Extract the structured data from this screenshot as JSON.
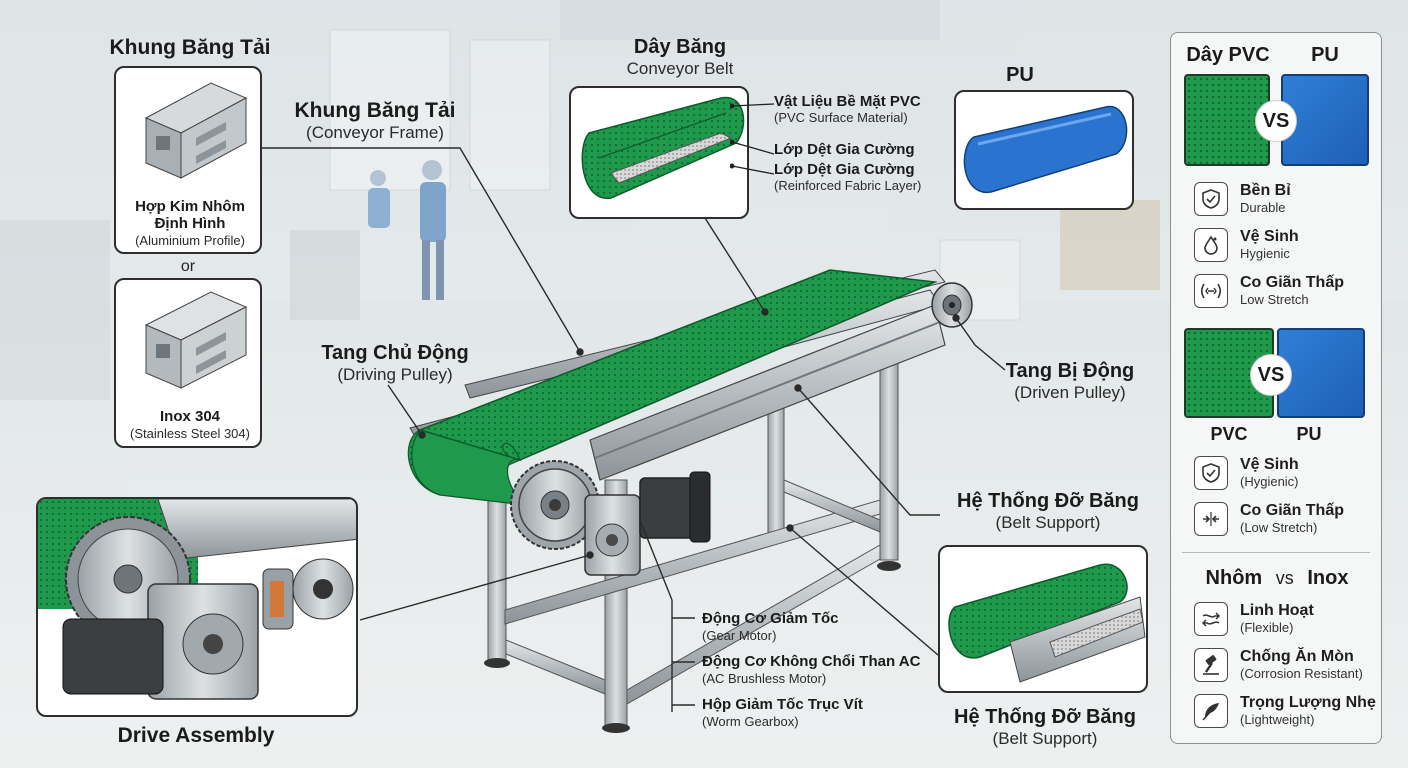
{
  "frame_card": {
    "title": "Khung Băng Tải",
    "aluminium_name": "Hợp Kim Nhôm Định Hình",
    "aluminium_sub": "(Aluminium Profile)",
    "or_text": "or",
    "inox_name": "Inox 304",
    "inox_sub": "(Stainless Steel 304)"
  },
  "labels": {
    "frame_title": "Khung Băng Tải",
    "frame_sub": "(Conveyor Frame)",
    "belt_title": "Dây Băng",
    "belt_sub": "Conveyor Belt",
    "pu_title": "PU",
    "driving_title": "Tang Chủ Động",
    "driving_sub": "(Driving Pulley)",
    "driven_title": "Tang Bị Động",
    "driven_sub": "(Driven Pulley)",
    "support_title": "Hệ Thống Đỡ Băng",
    "support_sub": "(Belt Support)",
    "support2_title": "Hệ Thống Đỡ Băng",
    "support2_sub": "(Belt Support)",
    "drive_assembly": "Drive Assembly"
  },
  "belt_layers": [
    {
      "title": "Vật Liệu Bề Mặt PVC",
      "sub": "(PVC Surface Material)"
    },
    {
      "title": "Lớp Dệt Gia Cường",
      "sub": ""
    },
    {
      "title": "Lớp Dệt Gia Cường",
      "sub": "(Reinforced Fabric Layer)"
    }
  ],
  "motor_parts": [
    {
      "title": "Động Cơ Giảm Tốc",
      "sub": "(Gear Motor)"
    },
    {
      "title": "Động Cơ Không Chổi Than AC",
      "sub": "(AC Brushless Motor)"
    },
    {
      "title": "Hộp Giảm Tốc Trục Vít",
      "sub": "(Worm Gearbox)"
    }
  ],
  "panel": {
    "header_left": "Dây PVC",
    "header_right": "PU",
    "vs": "VS",
    "features_a": [
      {
        "title": "Bền Bỉ",
        "sub": "Durable",
        "icon": "shield-check-icon"
      },
      {
        "title": "Vệ Sinh",
        "sub": "Hygienic",
        "icon": "droplet-icon"
      },
      {
        "title": "Co Giãn Thấp",
        "sub": "Low Stretch",
        "icon": "stretch-icon"
      }
    ],
    "pvc_label": "PVC",
    "pu_label": "PU",
    "features_b": [
      {
        "title": "Vệ Sinh",
        "sub": "(Hygienic)",
        "icon": "shield-check-icon"
      },
      {
        "title": "Co Giãn Thấp",
        "sub": "(Low Stretch)",
        "icon": "compress-icon"
      }
    ],
    "compare_left": "Nhôm",
    "compare_vs": "vs",
    "compare_right": "Inox",
    "features_c": [
      {
        "title": "Linh Hoạt",
        "sub": "(Flexible)",
        "icon": "wave-arrows-icon"
      },
      {
        "title": "Chống Ăn Mòn",
        "sub": "(Corrosion Resistant)",
        "icon": "hammer-icon"
      },
      {
        "title": "Trọng Lượng Nhẹ",
        "sub": "(Lightweight)",
        "icon": "feather-icon"
      }
    ]
  },
  "colors": {
    "belt_green": "#1f9a4c",
    "pu_blue": "#2a73cf",
    "frame_grey": "#b9bfc3",
    "outline": "#2e2e2e"
  }
}
